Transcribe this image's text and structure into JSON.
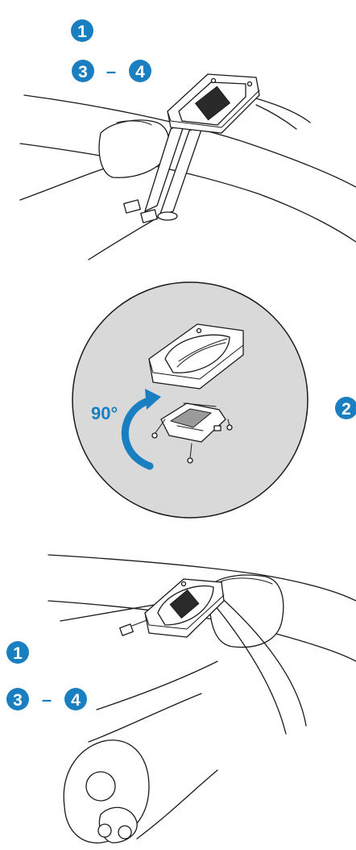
{
  "steps": {
    "top_step_1": "1",
    "top_step_3": "3",
    "top_step_4": "4",
    "mid_step_2": "2",
    "bottom_step_1": "1",
    "bottom_step_3": "3",
    "bottom_step_4": "4",
    "range_dash": "–"
  },
  "rotation_label": "90°",
  "colors": {
    "accent": "#1a7fc1",
    "detail_circle": "#d9d9d9",
    "line": "#1a1a1a"
  }
}
